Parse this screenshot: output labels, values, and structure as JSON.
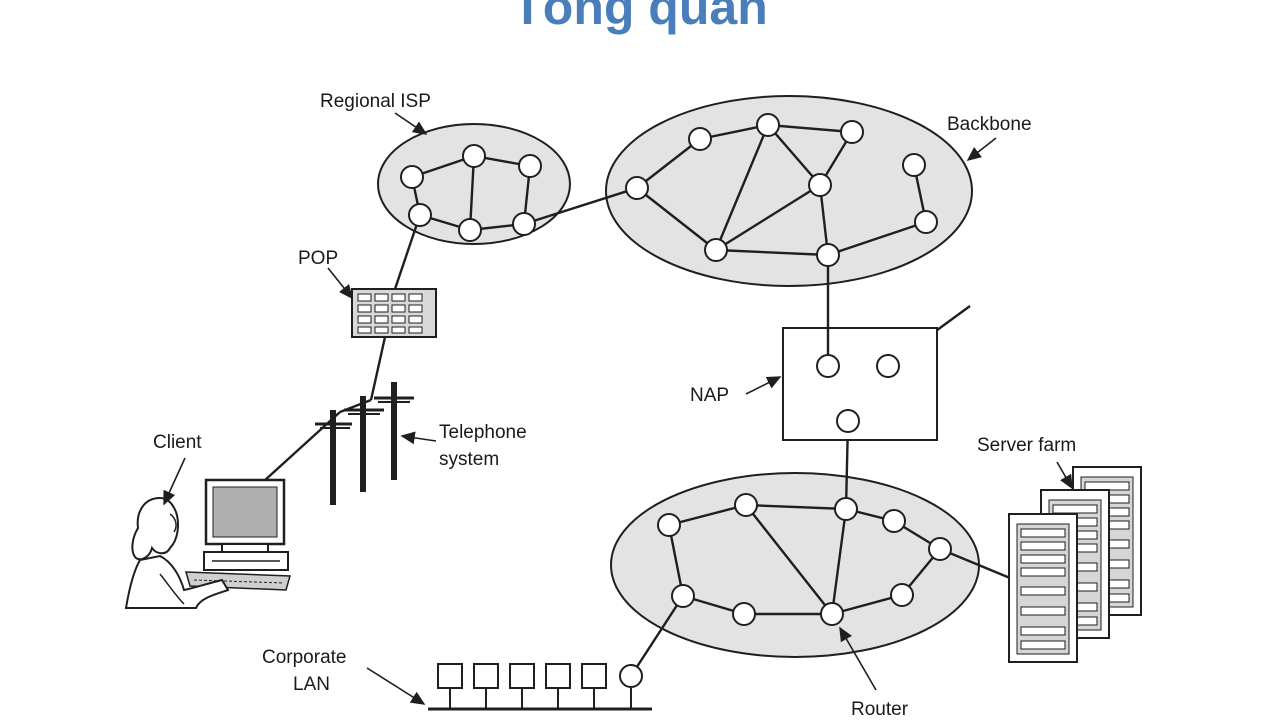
{
  "title": "Tổng quan",
  "labels": {
    "regional_isp": "Regional ISP",
    "backbone": "Backbone",
    "pop": "POP",
    "nap": "NAP",
    "client": "Client",
    "telephone_line1": "Telephone",
    "telephone_line2": "system",
    "server_farm": "Server farm",
    "corporate_line1": "Corporate",
    "corporate_line2": "LAN",
    "router": "Router"
  }
}
